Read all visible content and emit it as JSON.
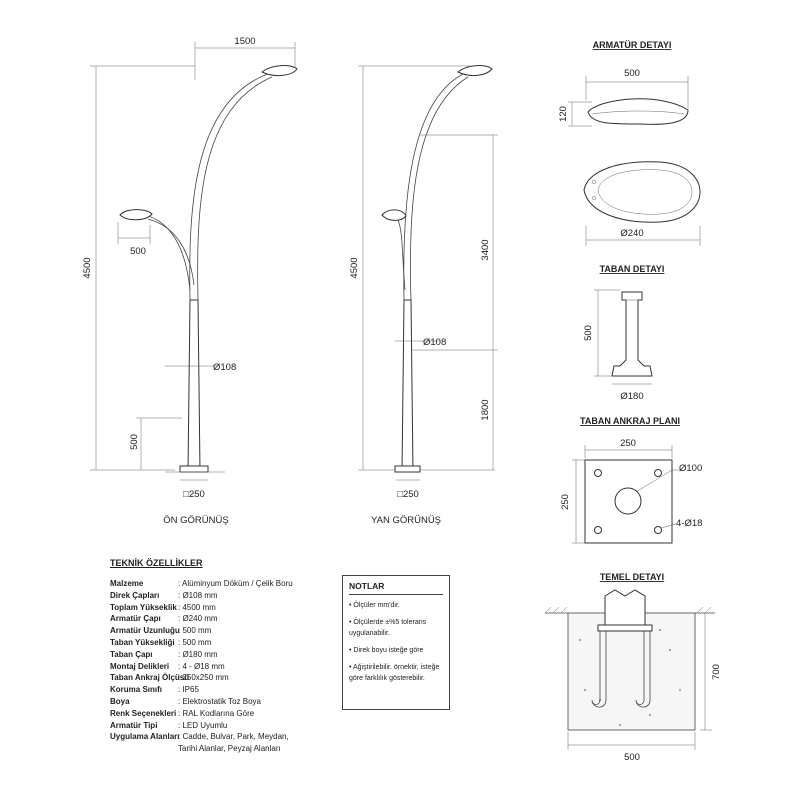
{
  "views": {
    "front": {
      "title": "ÖN GÖRÜNÜŞ",
      "dim_arm": "1500",
      "dim_small_arm": "500",
      "dim_total": "4500",
      "dim_dia": "Ø108",
      "dim_base_h": "500",
      "dim_base": "□250"
    },
    "side": {
      "title": "YAN GÖRÜNÜŞ",
      "dim_total": "4500",
      "dim_upper": "3400",
      "dim_lower": "1800",
      "dim_dia": "Ø108",
      "dim_base": "□250"
    }
  },
  "armature_detail": {
    "title": "ARMATÜR DETAYI",
    "width": "500",
    "height": "120",
    "dia": "Ø240"
  },
  "base_detail": {
    "title": "TABAN DETAYI",
    "height": "500",
    "dia": "Ø180"
  },
  "anchor_plan": {
    "title": "TABAN ANKRAJ PLANI",
    "width": "250",
    "height": "250",
    "center_hole": "Ø100",
    "holes": "4-Ø18"
  },
  "foundation": {
    "title": "TEMEL DETAYI",
    "depth": "700",
    "width": "500"
  },
  "specs": {
    "title": "TEKNİK ÖZELLİKLER",
    "rows": [
      {
        "k": "Malzeme",
        "v": ": Alüminyum Döküm / Çelik Boru"
      },
      {
        "k": "Direk Çapları",
        "v": ": Ø108 mm"
      },
      {
        "k": "Toplam Yükseklik",
        "v": ": 4500 mm"
      },
      {
        "k": "Armatür Çapı",
        "v": ": Ø240 mm"
      },
      {
        "k": "Armatür Uzunluğu",
        "v": ": 500 mm"
      },
      {
        "k": "Taban Yüksekliği",
        "v": ": 500 mm"
      },
      {
        "k": "Taban Çapı",
        "v": ": Ø180 mm"
      },
      {
        "k": "Montaj Delikleri",
        "v": ": 4 - Ø18 mm"
      },
      {
        "k": "Taban Ankraj Ölçüsü",
        "v": ": 250x250 mm"
      },
      {
        "k": "Koruma Sınıfı",
        "v": ": IP65"
      },
      {
        "k": "Boya",
        "v": ": Elektrostatik Toz Boya"
      },
      {
        "k": "Renk Seçenekleri",
        "v": ": RAL Kodlarına Göre"
      },
      {
        "k": "Armatür Tipi",
        "v": ": LED Uyumlu"
      },
      {
        "k": "Uygulama Alanları",
        "v": ": Cadde, Bulvar, Park, Meydan,"
      },
      {
        "k": "",
        "v": "  Tarihi Alanlar, Peyzaj Alanları"
      }
    ]
  },
  "notes": {
    "title": "NOTLAR",
    "items": [
      "• Ölçüler mm'dir.",
      "• Ölçülerde ±%5 tolerans uygulanabilir.",
      "• Direk boyu isteğe göre",
      "• Ağiştirilebilir. örnektir, isteğe göre farklılık gösterebilir."
    ]
  }
}
